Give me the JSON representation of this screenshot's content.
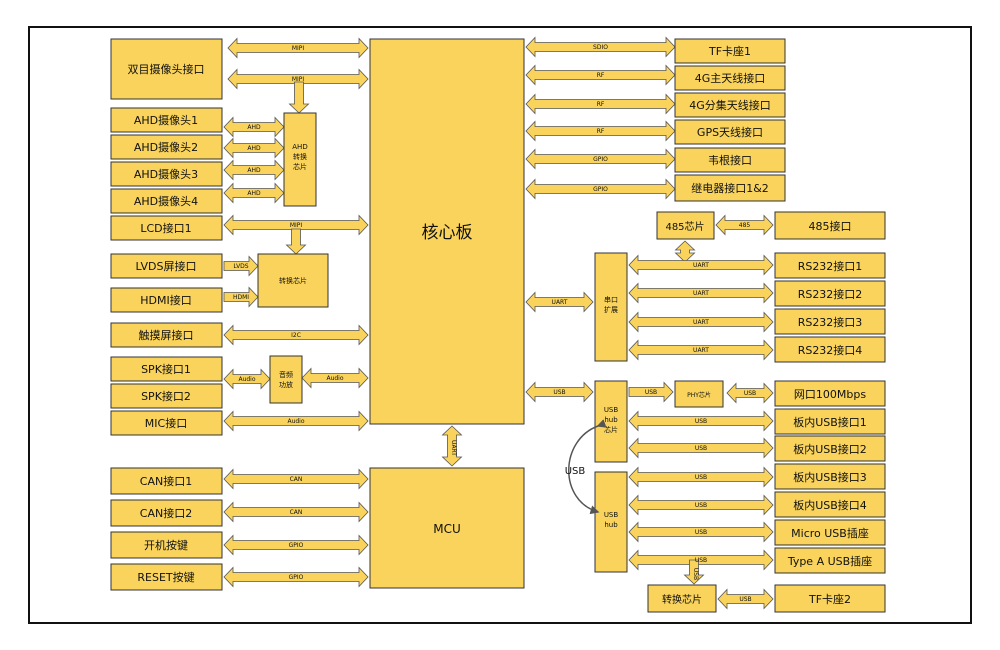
{
  "core": {
    "label": "核心板"
  },
  "mcu": {
    "label": "MCU"
  },
  "ahd_chip": {
    "line1": "AHD",
    "line2": "转换",
    "line3": "芯片"
  },
  "convert_chip_mid": {
    "label": "转换芯片"
  },
  "audio_amp": {
    "line1": "音频",
    "line2": "功放"
  },
  "serial_ext": {
    "line1": "串口",
    "line2": "扩展"
  },
  "usb_hub1": {
    "line1": "USB",
    "line2": "hub",
    "line3": "芯片"
  },
  "usb_hub2": {
    "line1": "USB",
    "line2": "hub"
  },
  "phy_chip": {
    "label": "PHY芯片"
  },
  "chip485": {
    "label": "485芯片"
  },
  "convert_chip_bottom": {
    "label": "转换芯片"
  },
  "left": {
    "dual_camera": "双目摄像头接口",
    "ahd1": "AHD摄像头1",
    "ahd2": "AHD摄像头2",
    "ahd3": "AHD摄像头3",
    "ahd4": "AHD摄像头4",
    "lcd": "LCD接口1",
    "lvds": "LVDS屏接口",
    "hdmi": "HDMI接口",
    "touch": "触摸屏接口",
    "spk1": "SPK接口1",
    "spk2": "SPK接口2",
    "mic": "MIC接口",
    "can1": "CAN接口1",
    "can2": "CAN接口2",
    "power_key": "开机按键",
    "reset_key": "RESET按键"
  },
  "right": {
    "tf1": "TF卡座1",
    "ant4g_main": "4G主天线接口",
    "ant4g_div": "4G分集天线接口",
    "gps": "GPS天线接口",
    "wiegand": "韦根接口",
    "relay": "继电器接口1&2",
    "rs485": "485接口",
    "rs232_1": "RS232接口1",
    "rs232_2": "RS232接口2",
    "rs232_3": "RS232接口3",
    "rs232_4": "RS232接口4",
    "eth": "网口100Mbps",
    "usb_in1": "板内USB接口1",
    "usb_in2": "板内USB接口2",
    "usb_in3": "板内USB接口3",
    "usb_in4": "板内USB接口4",
    "micro_usb": "Micro USB插座",
    "typea_usb": "Type A USB插座",
    "tf2": "TF卡座2"
  },
  "signals": {
    "mipi": "MIPI",
    "ahd": "AHD",
    "lvds": "LVDS",
    "hdmi": "HDMI",
    "i2c": "I2C",
    "audio": "Audio",
    "can": "CAN",
    "gpio": "GPIO",
    "sdio": "SDIO",
    "rf": "RF",
    "uart": "UART",
    "usb": "USB",
    "usb_big": "USB",
    "rs485": "485"
  }
}
